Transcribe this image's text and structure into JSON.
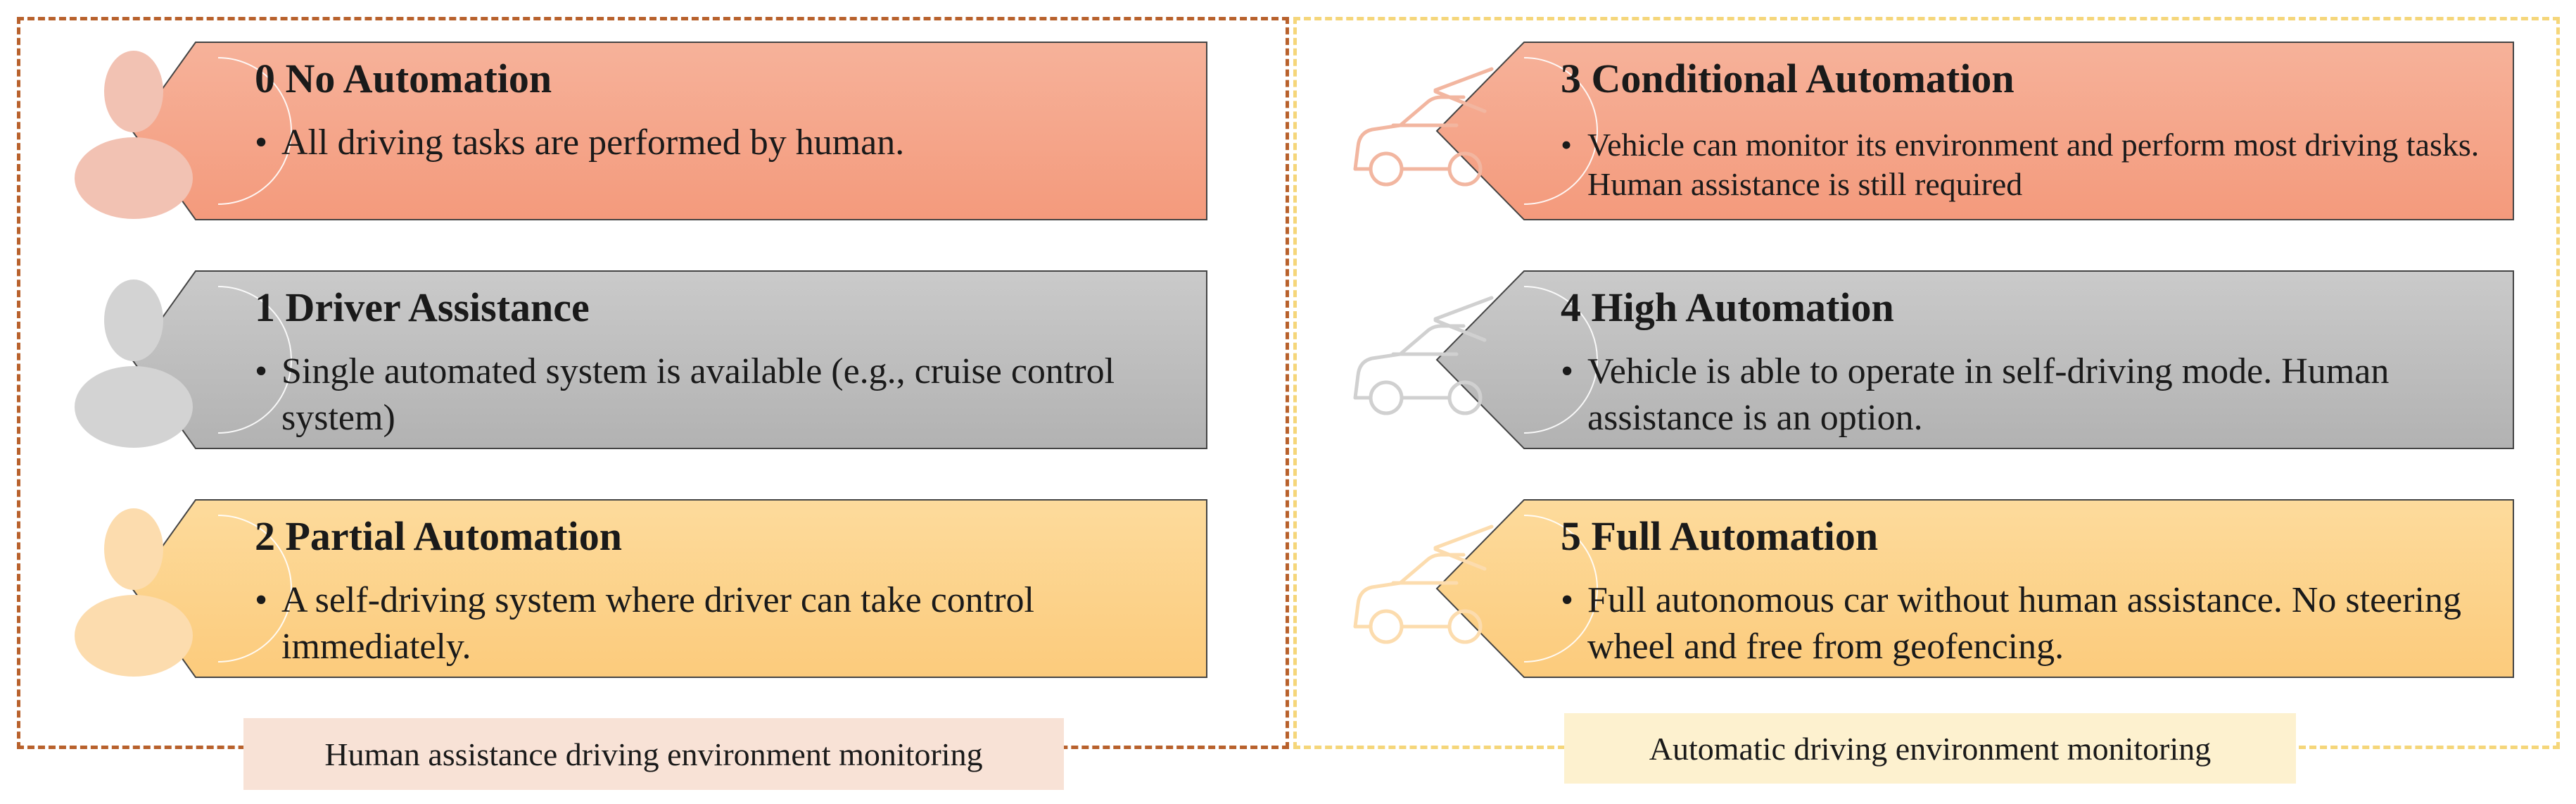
{
  "groups": {
    "human": {
      "caption": "Human assistance driving environment monitoring",
      "border_color": "#b8612c"
    },
    "automatic": {
      "caption": "Automatic driving environment monitoring",
      "border_color": "#f5d67a"
    }
  },
  "levels": [
    {
      "title": "0 No Automation",
      "bullet": "•",
      "description": "All driving tasks are performed by human.",
      "icon": "person-icon",
      "fill": "#f5a487",
      "icon_color": "#f2c2b3"
    },
    {
      "title": "1 Driver Assistance",
      "bullet": "•",
      "description": "Single automated system is available (e.g., cruise control system)",
      "icon": "person-icon",
      "fill": "#bcbcbc",
      "icon_color": "#d3d3d3"
    },
    {
      "title": "2 Partial Automation",
      "bullet": "•",
      "description": "A self-driving system where driver can take control immediately.",
      "icon": "person-icon",
      "fill": "#fcd48c",
      "icon_color": "#fcdcae"
    },
    {
      "title": "3 Conditional Automation",
      "bullet": "•",
      "description": "Vehicle can monitor its environment and perform most driving tasks. Human assistance is still required",
      "icon": "car-icon",
      "fill": "#f5a487",
      "icon_color": "#f2b6a0"
    },
    {
      "title": "4 High Automation",
      "bullet": "•",
      "description": "Vehicle is able to operate in self-driving mode. Human assistance is an option.",
      "icon": "car-icon",
      "fill": "#bcbcbc",
      "icon_color": "#d0d0d0"
    },
    {
      "title": "5 Full Automation",
      "bullet": "•",
      "description": "Full autonomous car without human assistance. No steering wheel and free from geofencing.",
      "icon": "car-icon",
      "fill": "#fcd48c",
      "icon_color": "#fcdcae"
    }
  ]
}
